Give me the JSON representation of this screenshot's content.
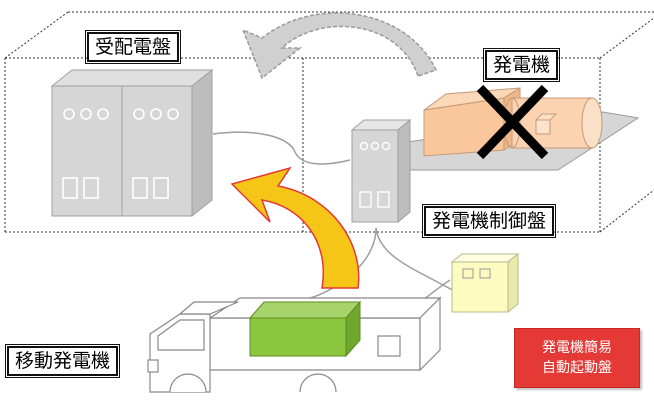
{
  "labels": {
    "jyuhai_denban": "受配電盤",
    "hatsudenki": "発電機",
    "seigyo_ban": "発電機制御盤",
    "idou_hatsudenki": "移動発電機",
    "kani_line1": "発電機簡易",
    "kani_line2": "自動起動盤"
  },
  "colors": {
    "panel_gray": "#d4d4d4",
    "generator_orange": "#fbd3b0",
    "cross": "#000000",
    "arrow_yellow": "#f5c518",
    "arrow_border": "#e53935",
    "arrow_gray": "#d0d0d0",
    "truck_green": "#8cc63f",
    "small_panel_yellow": "#fdfcc0",
    "red_box": "#e53935"
  },
  "icons": {
    "broken_generator": "cross-mark",
    "panel_buttons": "circle-indicators",
    "panel_switches": "square-switches"
  }
}
